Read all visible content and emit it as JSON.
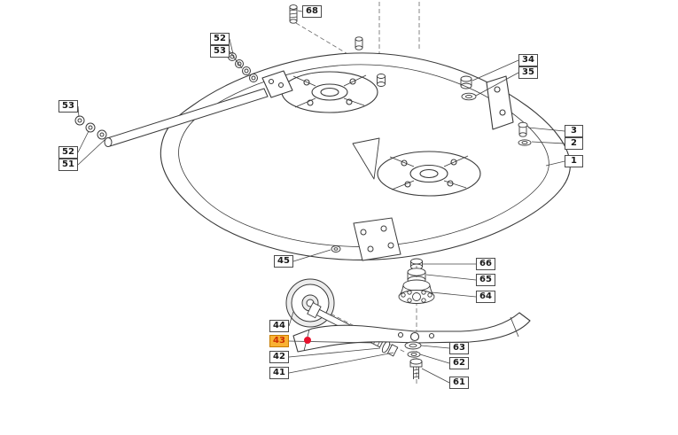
{
  "diagram": {
    "background": "#ffffff",
    "line_color": "#3a3a3a",
    "marker_color": "#e8112d",
    "highlight_bg": "#f9b233",
    "highlight_text": "#cc2f00",
    "highlighted_part": "43",
    "labels": [
      {
        "text": "68",
        "highlighted": false
      },
      {
        "text": "52",
        "highlighted": false
      },
      {
        "text": "53",
        "highlighted": false
      },
      {
        "text": "34",
        "highlighted": false
      },
      {
        "text": "35",
        "highlighted": false
      },
      {
        "text": "53",
        "highlighted": false
      },
      {
        "text": "3",
        "highlighted": false
      },
      {
        "text": "2",
        "highlighted": false
      },
      {
        "text": "1",
        "highlighted": false
      },
      {
        "text": "52",
        "highlighted": false
      },
      {
        "text": "51",
        "highlighted": false
      },
      {
        "text": "45",
        "highlighted": false
      },
      {
        "text": "66",
        "highlighted": false
      },
      {
        "text": "65",
        "highlighted": false
      },
      {
        "text": "64",
        "highlighted": false
      },
      {
        "text": "44",
        "highlighted": false
      },
      {
        "text": "43",
        "highlighted": true
      },
      {
        "text": "42",
        "highlighted": false
      },
      {
        "text": "41",
        "highlighted": false
      },
      {
        "text": "63",
        "highlighted": false
      },
      {
        "text": "62",
        "highlighted": false
      },
      {
        "text": "61",
        "highlighted": false
      }
    ]
  }
}
